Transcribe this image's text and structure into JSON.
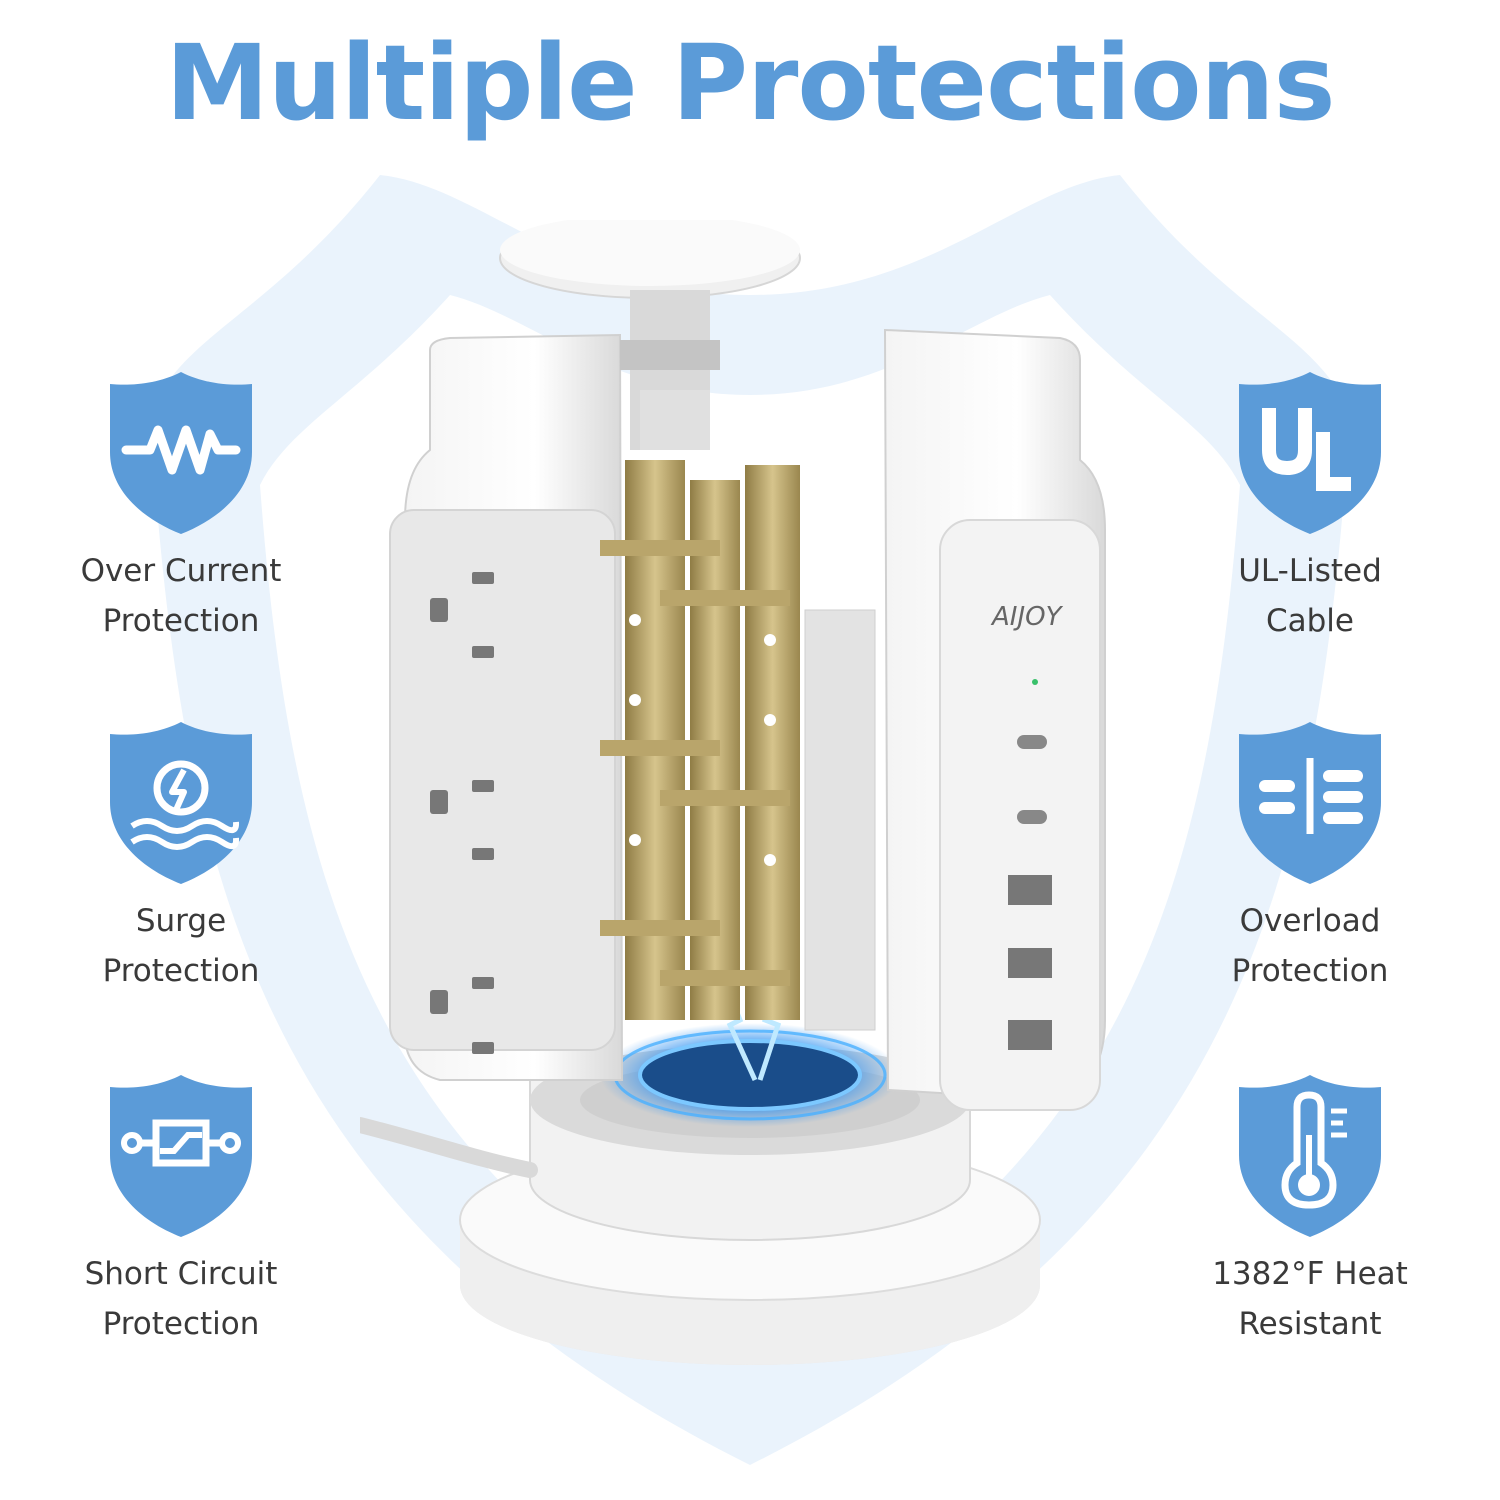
{
  "title": "Multiple Protections",
  "brand": "AIJOY",
  "colors": {
    "accent": "#5b9bd8",
    "shield_bg": "#eaf3fc",
    "badge": "#5b9bd8",
    "text": "#3a3a3a",
    "brass": "#b9a56b"
  },
  "features_left": [
    {
      "icon": "resistor-icon",
      "line1": "Over Current",
      "line2": "Protection"
    },
    {
      "icon": "surge-wave-icon",
      "line1": "Surge",
      "line2": "Protection"
    },
    {
      "icon": "fuse-circuit-icon",
      "line1": "Short Circuit",
      "line2": "Protection"
    }
  ],
  "features_right": [
    {
      "icon": "ul-logo-icon",
      "badge_text": "UL",
      "line1": "UL-Listed",
      "line2": "Cable"
    },
    {
      "icon": "overload-bars-icon",
      "line1": "Overload",
      "line2": "Protection"
    },
    {
      "icon": "thermometer-icon",
      "line1": "1382°F Heat",
      "line2": "Resistant"
    }
  ]
}
